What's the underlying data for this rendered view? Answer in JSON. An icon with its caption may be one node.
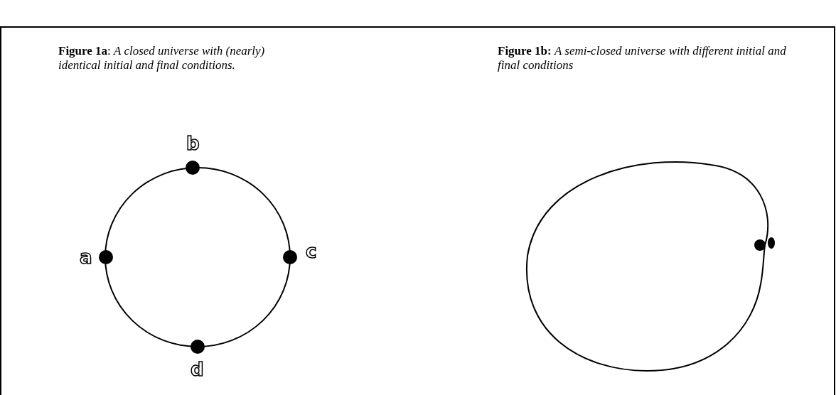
{
  "diagram": {
    "labels": [
      "**Figure 1a**:  *A closed universe with (nearly) identical initial and final conditions.*",
      "**Figure 1b:** *A semi-closed universe with different initial and final conditions*",
      "b",
      "a",
      "c",
      "d"
    ]
  }
}
